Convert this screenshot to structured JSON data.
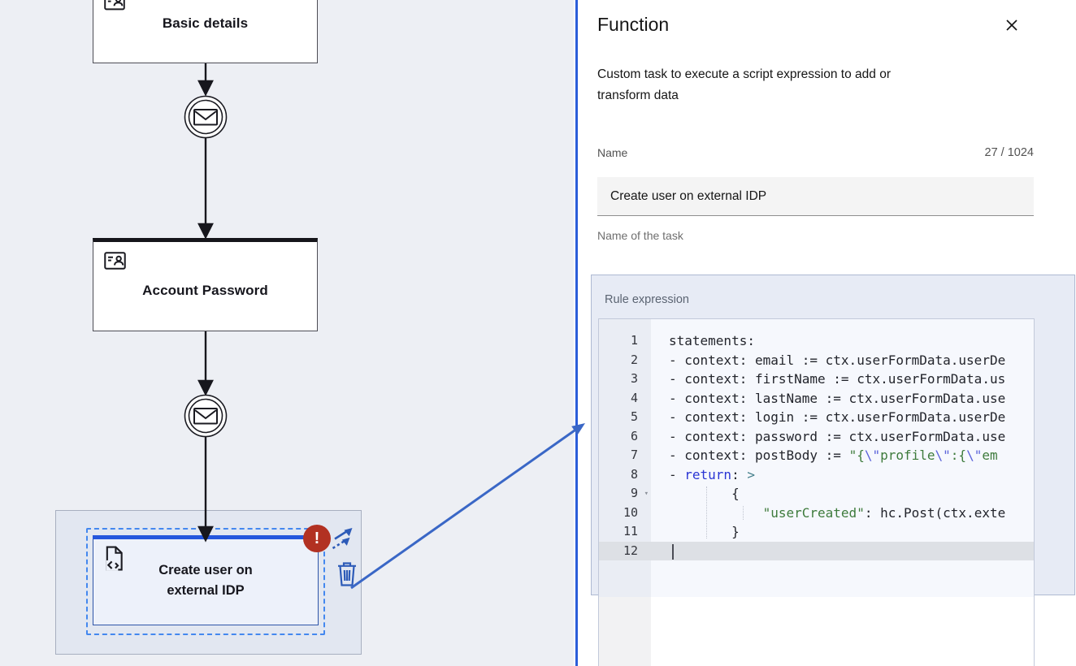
{
  "canvas": {
    "nodes": [
      {
        "label": "Basic details"
      },
      {
        "label": "Account Password"
      },
      {
        "label": "Create user on external IDP"
      }
    ],
    "error_badge": "!"
  },
  "panel": {
    "title": "Function",
    "description": "Custom task to execute a script expression to add or transform data",
    "name_field": {
      "label": "Name",
      "counter": "27 / 1024",
      "value": "Create user on external IDP",
      "helper": "Name of the task"
    },
    "rule_expression": {
      "label": "Rule expression",
      "active_line": 12,
      "folded_line": 9,
      "fold_caret": "▾",
      "lines": [
        [
          [
            "d",
            "statements:"
          ]
        ],
        [
          [
            "d",
            "- context: email := ctx.userFormData.userDe"
          ]
        ],
        [
          [
            "d",
            "- context: firstName := ctx.userFormData.us"
          ]
        ],
        [
          [
            "d",
            "- context: lastName := ctx.userFormData.use"
          ]
        ],
        [
          [
            "d",
            "- context: login := ctx.userFormData.userDe"
          ]
        ],
        [
          [
            "d",
            "- context: password := ctx.userFormData.use"
          ]
        ],
        [
          [
            "d",
            "- context: postBody := "
          ],
          [
            "s",
            "\"{"
          ],
          [
            "e",
            "\\\""
          ],
          [
            "s",
            "profile"
          ],
          [
            "e",
            "\\\""
          ],
          [
            "s",
            ":{"
          ],
          [
            "e",
            "\\\""
          ],
          [
            "s",
            "em"
          ]
        ],
        [
          [
            "d",
            "- "
          ],
          [
            "k",
            "return"
          ],
          [
            "d",
            ": "
          ],
          [
            "o",
            ">"
          ]
        ],
        [
          [
            "d",
            "        {"
          ]
        ],
        [
          [
            "d",
            "            "
          ],
          [
            "s",
            "\"userCreated\""
          ],
          [
            "d",
            ": hc.Post(ctx.exte"
          ]
        ],
        [
          [
            "d",
            "        }"
          ]
        ],
        []
      ]
    }
  },
  "colors": {
    "accent_blue": "#2b5dd9",
    "selection_blue": "#4488ef",
    "node_bar_blue": "#2456dd",
    "error_red": "#b23122",
    "icon_blue": "#2d5bb8",
    "keyword_blue": "#2a35d4",
    "string_green": "#3e7b3c",
    "canvas_bg": "#edeff4",
    "group_bg": "#e2e7f1"
  }
}
